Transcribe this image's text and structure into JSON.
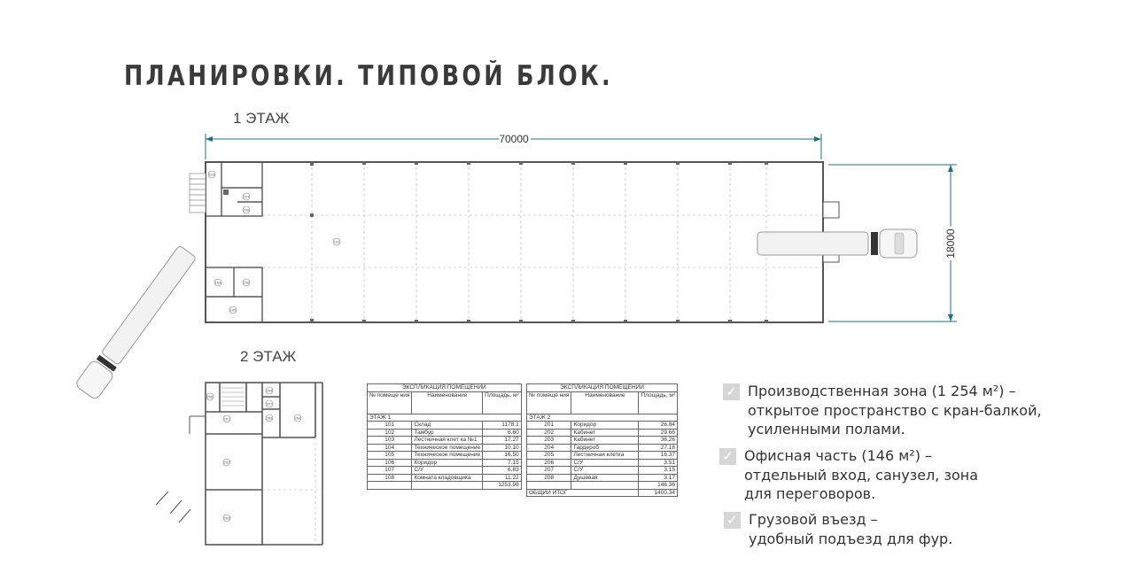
{
  "title": "ПЛАНИРОВКИ. ТИПОВОЙ БЛОК.",
  "floor1": {
    "label": "1 ЭТАЖ",
    "width_dim": "70000",
    "height_dim": "18000",
    "rooms": [
      "101",
      "102",
      "103",
      "104",
      "105",
      "106",
      "107",
      "108"
    ]
  },
  "floor2": {
    "label": "2 ЭТАЖ",
    "rooms": [
      "201",
      "202",
      "203",
      "204",
      "205",
      "206",
      "207",
      "208"
    ]
  },
  "table1": {
    "caption": "ЭКСПЛИКАЦИЯ ПОМЕЩЕНИЙ",
    "col_num": "№ помеще ния",
    "col_name": "Наименование",
    "col_area": "Площадь, м²",
    "section": "ЭТАЖ 1",
    "rows": [
      {
        "num": "101",
        "name": "Склад",
        "area": "1178.1"
      },
      {
        "num": "102",
        "name": "Тамбур",
        "area": "6.60"
      },
      {
        "num": "103",
        "name": "Лестничная клет ка №1",
        "area": "17.27"
      },
      {
        "num": "104",
        "name": "Техническое помещение",
        "area": "10.10"
      },
      {
        "num": "105",
        "name": "Техническое помещение",
        "area": "16.50"
      },
      {
        "num": "106",
        "name": "Коридор",
        "area": "7.15"
      },
      {
        "num": "107",
        "name": "С/У",
        "area": "6.83"
      },
      {
        "num": "108",
        "name": "Комната кладовщика",
        "area": "11.22"
      }
    ],
    "total": "1253.98"
  },
  "table2": {
    "caption": "ЭКСПЛИКАЦИЯ ПОМЕЩЕНИЙ",
    "col_num": "№ помеще ния",
    "col_name": "Наименование",
    "col_area": "Площадь, м²",
    "section": "ЭТАЖ 2",
    "rows": [
      {
        "num": "201",
        "name": "Коридор",
        "area": "26.84"
      },
      {
        "num": "202",
        "name": "Кабинет",
        "area": "29.66"
      },
      {
        "num": "203",
        "name": "Кабинет",
        "area": "36.26"
      },
      {
        "num": "204",
        "name": "Гардероб",
        "area": "27.18"
      },
      {
        "num": "205",
        "name": "Лестничная клетка",
        "area": "16.37"
      },
      {
        "num": "206",
        "name": "С/У",
        "area": "3.51"
      },
      {
        "num": "207",
        "name": "С/У",
        "area": "3.15"
      },
      {
        "num": "208",
        "name": "Душевая",
        "area": "3.17"
      }
    ],
    "total": "146.36",
    "grand_total_label": "ОБЩИЙ ИТОГ",
    "grand_total": "1400.34"
  },
  "features": [
    {
      "lines": [
        "Производственная зона (1 254 м²) –",
        "открытое пространство с кран-балкой,",
        "усиленными полами."
      ]
    },
    {
      "lines": [
        "Офисная часть (146 м²) –",
        "отдельный вход, санузел, зона",
        "для переговоров."
      ]
    },
    {
      "lines": [
        "Грузовой въезд –",
        "удобный подъезд для фур."
      ]
    }
  ],
  "colors": {
    "title": "#3a3a3a",
    "plan_wall": "#555555",
    "dimension": "#1a6f8a",
    "check": "#d6d6d6"
  }
}
